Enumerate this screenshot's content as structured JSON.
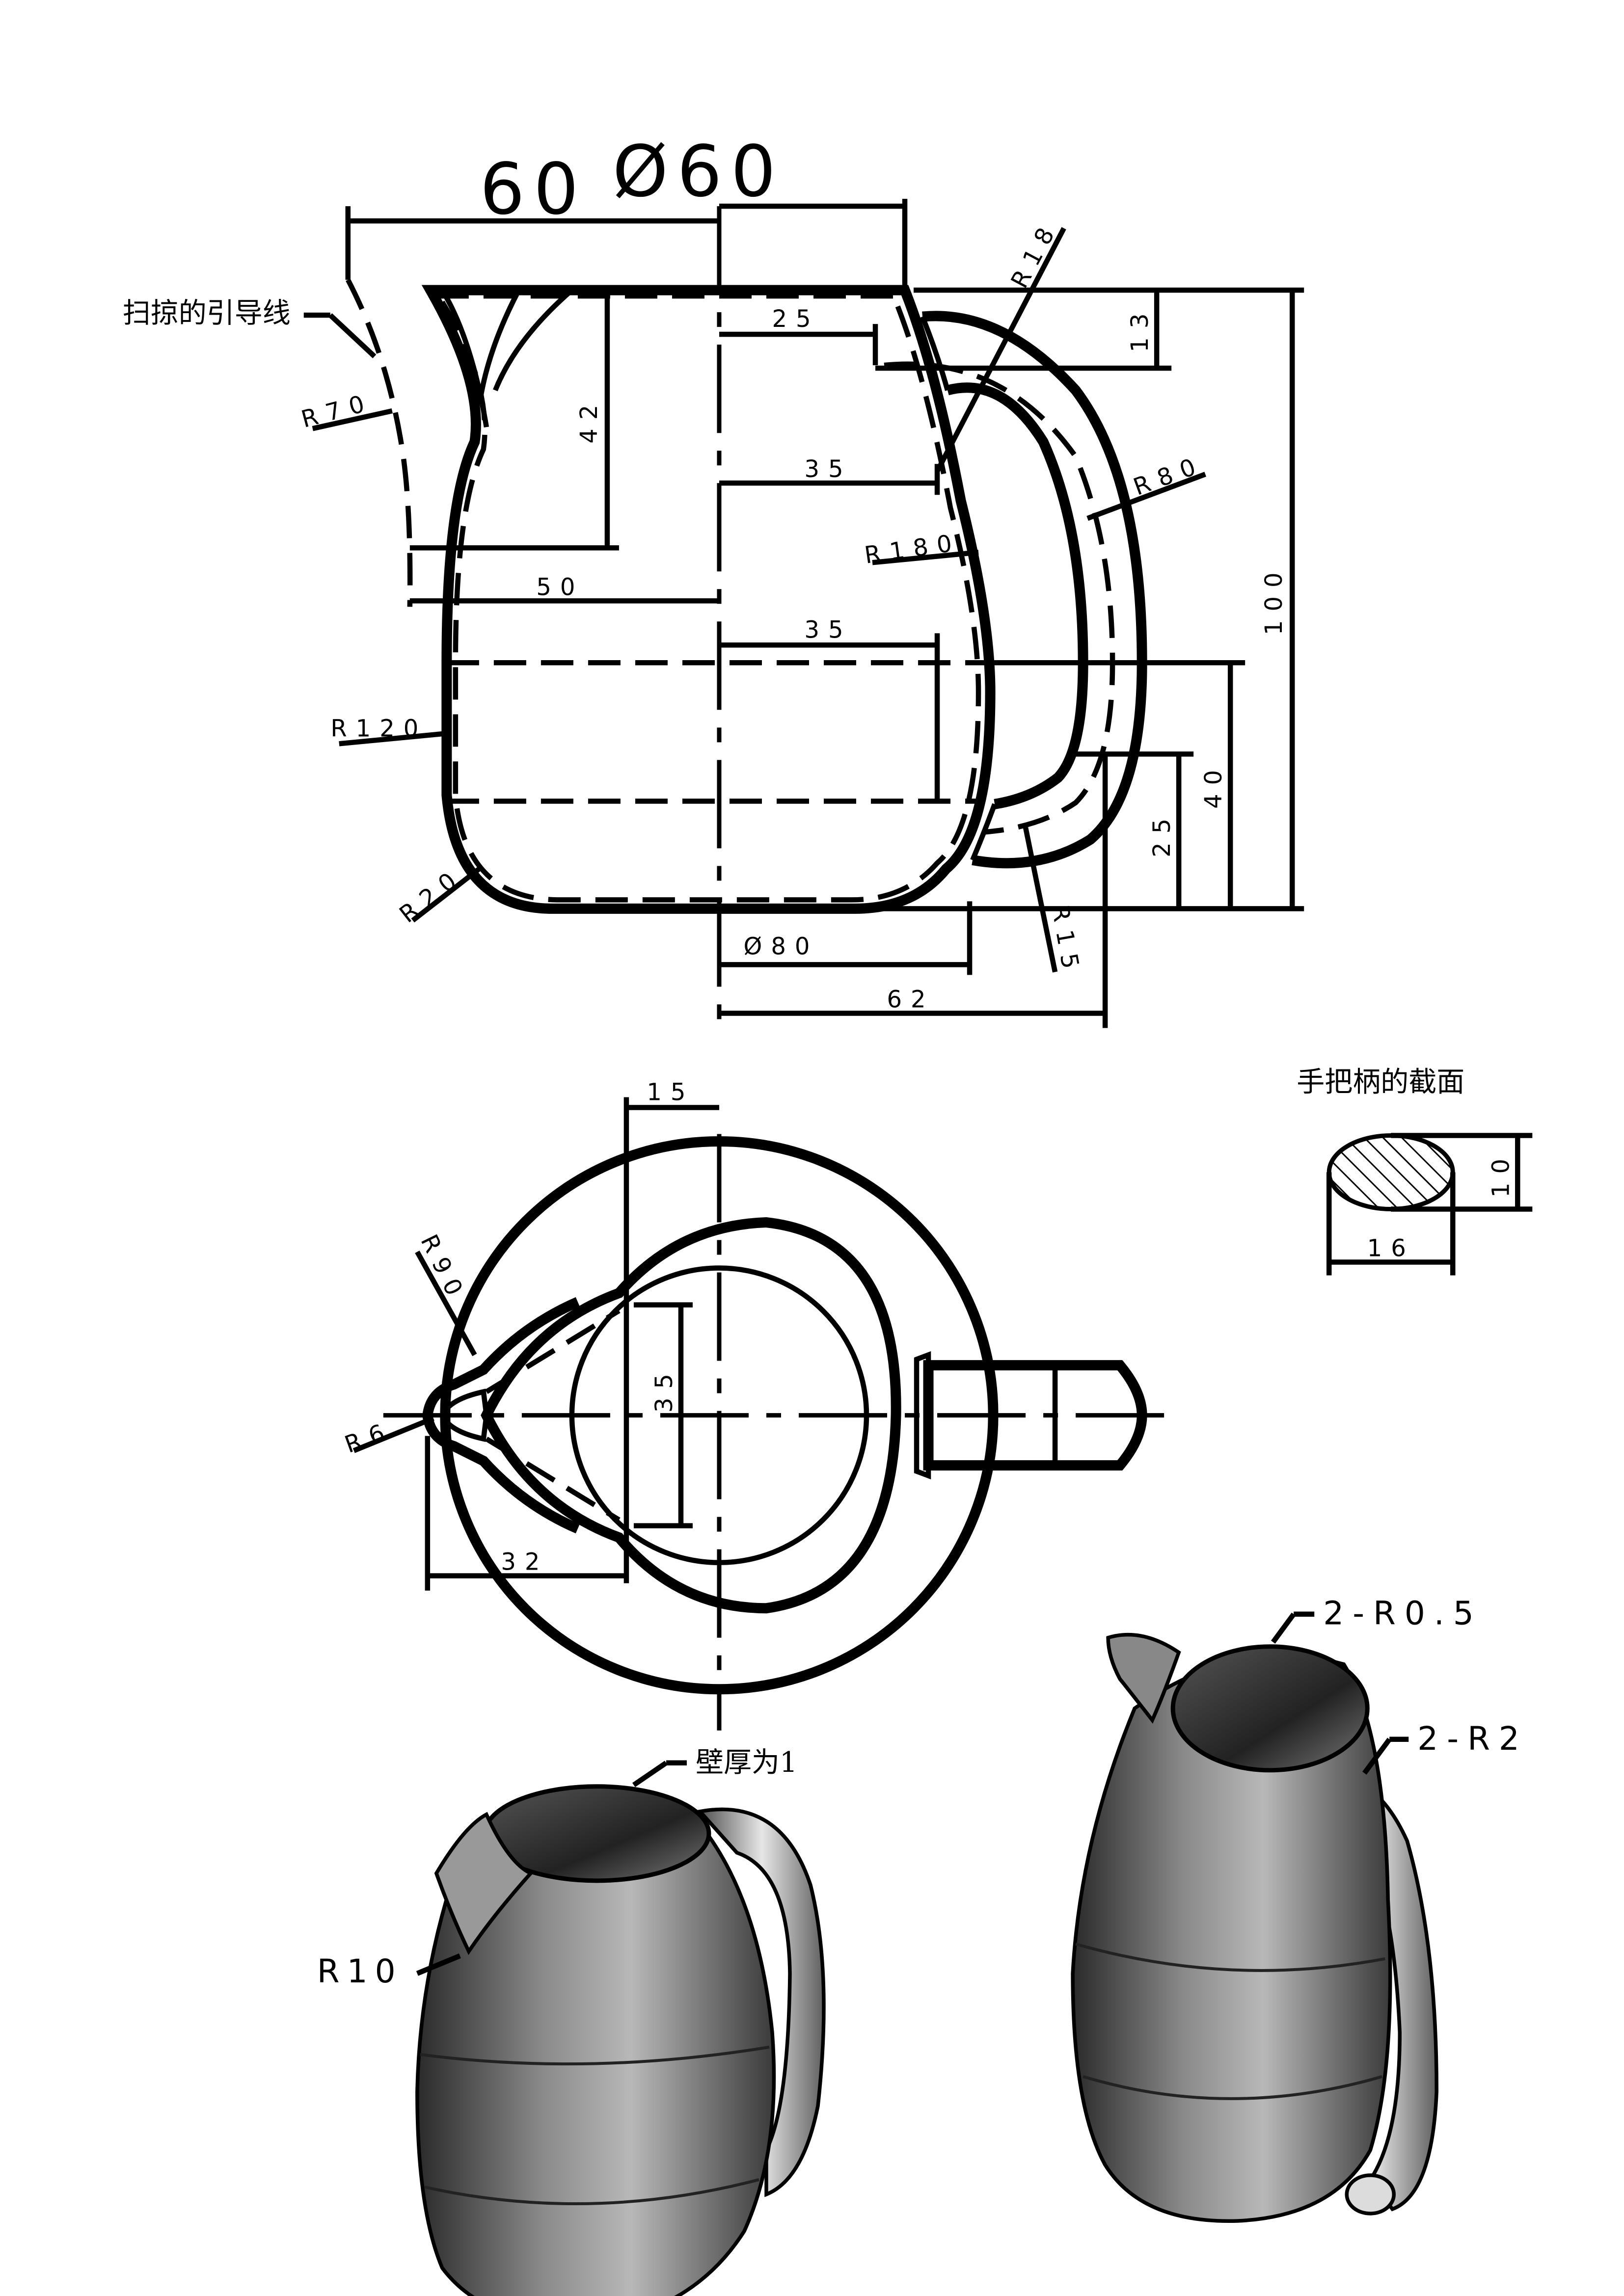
{
  "front_view": {
    "sweep_guide_label": "扫掠的引导线",
    "dims": {
      "d60_left": "60",
      "dia60": "Ø60",
      "r18": "R18",
      "d25": "25",
      "d13": "13",
      "d42": "42",
      "r70": "R70",
      "d35_upper": "35",
      "r80": "R80",
      "r180": "R180",
      "d50": "50",
      "d100": "100",
      "d35_lower": "35",
      "r120": "R120",
      "d40": "40",
      "d25_right": "25",
      "r20": "R20",
      "dia80": "Ø80",
      "r15": "R15",
      "d62": "62"
    }
  },
  "top_view": {
    "dims": {
      "d15": "15",
      "r90": "R90",
      "d35": "35",
      "r6": "R6",
      "d32": "32"
    }
  },
  "section": {
    "title": "手把柄的截面",
    "d10": "10",
    "d16": "16"
  },
  "iso_views": {
    "wall_thickness": "壁厚为1",
    "r10": "R10",
    "r05": "2-R0.5",
    "r2": "2-R2"
  }
}
